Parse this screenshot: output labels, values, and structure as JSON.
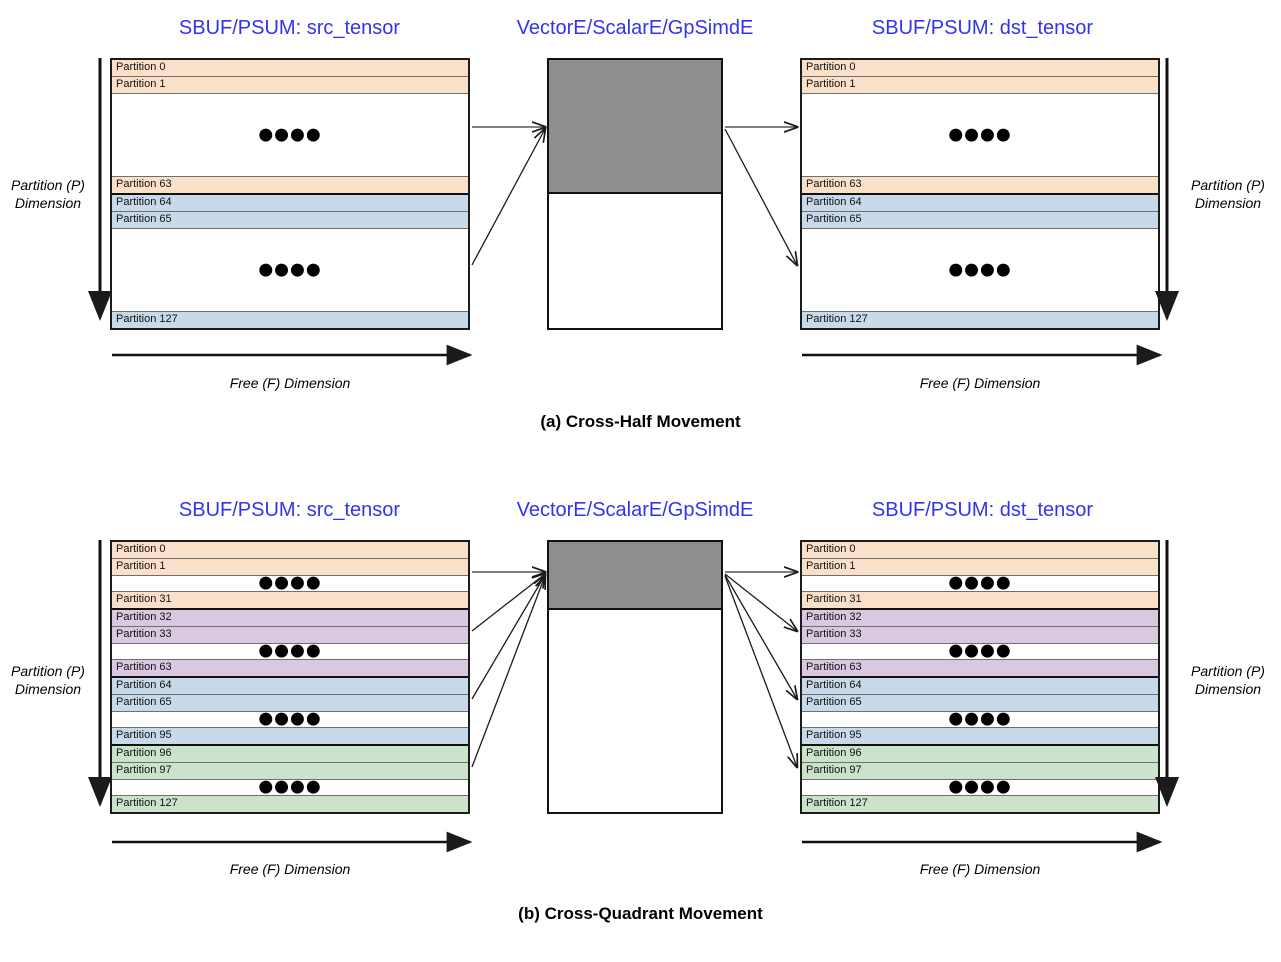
{
  "figure": {
    "colors": {
      "title_blue": "#3333ee",
      "quad_orange": "#fae0c8",
      "quad_purple": "#d8c8e0",
      "quad_blue": "#c8daea",
      "quad_green": "#cbe3cb",
      "engine_grey": "#8e8e8e",
      "outline": "#111111"
    },
    "dots_glyph": "●●●●"
  },
  "panels": [
    {
      "id": "a",
      "caption": "(a) Cross-Half Movement",
      "titles": {
        "src": "SBUF/PSUM: src_tensor",
        "engine": "VectorE/ScalarE/GpSimdE",
        "dst": "SBUF/PSUM: dst_tensor"
      },
      "axis": {
        "partition_label_line1": "Partition (P)",
        "partition_label_line2": "Dimension",
        "free_label": "Free (F) Dimension"
      },
      "src_rows": [
        {
          "label": "Partition 0",
          "color": "#fae0c8",
          "h": 16,
          "dots": false,
          "group_end": false
        },
        {
          "label": "Partition 1",
          "color": "#fae0c8",
          "h": 16,
          "dots": false,
          "group_end": false
        },
        {
          "label": "",
          "color": "#ffffff",
          "h": 83,
          "dots": true,
          "group_end": false
        },
        {
          "label": "Partition 63",
          "color": "#fae0c8",
          "h": 16,
          "dots": false,
          "group_end": true
        },
        {
          "label": "Partition 64",
          "color": "#c8daea",
          "h": 16,
          "dots": false,
          "group_end": false
        },
        {
          "label": "Partition 65",
          "color": "#c8daea",
          "h": 16,
          "dots": false,
          "group_end": false
        },
        {
          "label": "",
          "color": "#ffffff",
          "h": 83,
          "dots": true,
          "group_end": false
        },
        {
          "label": "Partition 127",
          "color": "#c8daea",
          "h": 16,
          "dots": false,
          "group_end": false
        }
      ],
      "dst_rows": [
        {
          "label": "Partition 0",
          "color": "#fae0c8",
          "h": 16,
          "dots": false,
          "group_end": false
        },
        {
          "label": "Partition 1",
          "color": "#fae0c8",
          "h": 16,
          "dots": false,
          "group_end": false
        },
        {
          "label": "",
          "color": "#ffffff",
          "h": 83,
          "dots": true,
          "group_end": false
        },
        {
          "label": "Partition 63",
          "color": "#fae0c8",
          "h": 16,
          "dots": false,
          "group_end": true
        },
        {
          "label": "Partition 64",
          "color": "#c8daea",
          "h": 16,
          "dots": false,
          "group_end": false
        },
        {
          "label": "Partition 65",
          "color": "#c8daea",
          "h": 16,
          "dots": false,
          "group_end": false
        },
        {
          "label": "",
          "color": "#ffffff",
          "h": 83,
          "dots": true,
          "group_end": false
        },
        {
          "label": "Partition 127",
          "color": "#c8daea",
          "h": 16,
          "dots": false,
          "group_end": false
        }
      ]
    },
    {
      "id": "b",
      "caption": "(b) Cross-Quadrant Movement",
      "titles": {
        "src": "SBUF/PSUM: src_tensor",
        "engine": "VectorE/ScalarE/GpSimdE",
        "dst": "SBUF/PSUM: dst_tensor"
      },
      "axis": {
        "partition_label_line1": "Partition (P)",
        "partition_label_line2": "Dimension",
        "free_label": "Free (F) Dimension"
      },
      "src_rows": [
        {
          "label": "Partition 0",
          "color": "#fae0c8",
          "h": 17,
          "dots": false,
          "group_end": false
        },
        {
          "label": "Partition 1",
          "color": "#fae0c8",
          "h": 17,
          "dots": false,
          "group_end": false
        },
        {
          "label": "",
          "color": "#ffffff",
          "h": 17,
          "dots": true,
          "group_end": false
        },
        {
          "label": "Partition 31",
          "color": "#fae0c8",
          "h": 17,
          "dots": false,
          "group_end": true
        },
        {
          "label": "Partition 32",
          "color": "#d8c8e0",
          "h": 17,
          "dots": false,
          "group_end": false
        },
        {
          "label": "Partition 33",
          "color": "#d8c8e0",
          "h": 17,
          "dots": false,
          "group_end": false
        },
        {
          "label": "",
          "color": "#ffffff",
          "h": 17,
          "dots": true,
          "group_end": false
        },
        {
          "label": "Partition 63",
          "color": "#d8c8e0",
          "h": 17,
          "dots": false,
          "group_end": true
        },
        {
          "label": "Partition 64",
          "color": "#c8daea",
          "h": 17,
          "dots": false,
          "group_end": false
        },
        {
          "label": "Partition 65",
          "color": "#c8daea",
          "h": 17,
          "dots": false,
          "group_end": false
        },
        {
          "label": "",
          "color": "#ffffff",
          "h": 17,
          "dots": true,
          "group_end": false
        },
        {
          "label": "Partition 95",
          "color": "#c8daea",
          "h": 17,
          "dots": false,
          "group_end": true
        },
        {
          "label": "Partition 96",
          "color": "#cbe3cb",
          "h": 17,
          "dots": false,
          "group_end": false
        },
        {
          "label": "Partition 97",
          "color": "#cbe3cb",
          "h": 17,
          "dots": false,
          "group_end": false
        },
        {
          "label": "",
          "color": "#ffffff",
          "h": 17,
          "dots": true,
          "group_end": false
        },
        {
          "label": "Partition 127",
          "color": "#cbe3cb",
          "h": 17,
          "dots": false,
          "group_end": false
        }
      ],
      "dst_rows": [
        {
          "label": "Partition 0",
          "color": "#fae0c8",
          "h": 17,
          "dots": false,
          "group_end": false
        },
        {
          "label": "Partition 1",
          "color": "#fae0c8",
          "h": 17,
          "dots": false,
          "group_end": false
        },
        {
          "label": "",
          "color": "#ffffff",
          "h": 17,
          "dots": true,
          "group_end": false
        },
        {
          "label": "Partition 31",
          "color": "#fae0c8",
          "h": 17,
          "dots": false,
          "group_end": true
        },
        {
          "label": "Partition 32",
          "color": "#d8c8e0",
          "h": 17,
          "dots": false,
          "group_end": false
        },
        {
          "label": "Partition 33",
          "color": "#d8c8e0",
          "h": 17,
          "dots": false,
          "group_end": false
        },
        {
          "label": "",
          "color": "#ffffff",
          "h": 17,
          "dots": true,
          "group_end": false
        },
        {
          "label": "Partition 63",
          "color": "#d8c8e0",
          "h": 17,
          "dots": false,
          "group_end": true
        },
        {
          "label": "Partition 64",
          "color": "#c8daea",
          "h": 17,
          "dots": false,
          "group_end": false
        },
        {
          "label": "Partition 65",
          "color": "#c8daea",
          "h": 17,
          "dots": false,
          "group_end": false
        },
        {
          "label": "",
          "color": "#ffffff",
          "h": 17,
          "dots": true,
          "group_end": false
        },
        {
          "label": "Partition 95",
          "color": "#c8daea",
          "h": 17,
          "dots": false,
          "group_end": true
        },
        {
          "label": "Partition 96",
          "color": "#cbe3cb",
          "h": 17,
          "dots": false,
          "group_end": false
        },
        {
          "label": "Partition 97",
          "color": "#cbe3cb",
          "h": 17,
          "dots": false,
          "group_end": false
        },
        {
          "label": "",
          "color": "#ffffff",
          "h": 17,
          "dots": true,
          "group_end": false
        },
        {
          "label": "Partition 127",
          "color": "#cbe3cb",
          "h": 17,
          "dots": false,
          "group_end": false
        }
      ]
    }
  ]
}
